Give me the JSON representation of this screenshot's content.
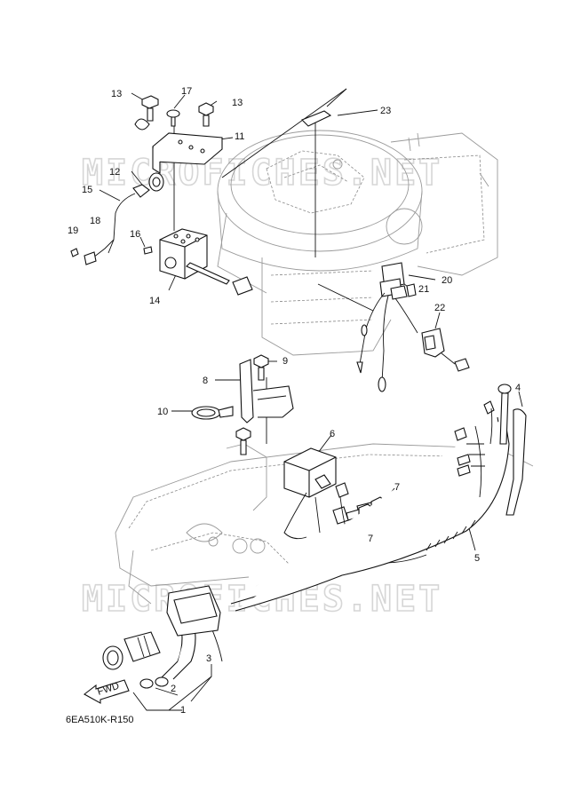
{
  "watermark": "MICROFICHES.NET",
  "diagram_code": "6EA510K-R150",
  "fwd_label": "FWD",
  "callouts": {
    "c1": "1",
    "c2": "2",
    "c3": "3",
    "c4": "4",
    "c5": "5",
    "c6": "6",
    "c7a": "7",
    "c7b": "7",
    "c8": "8",
    "c9": "9",
    "c10": "10",
    "c11": "11",
    "c12": "12",
    "c13a": "13",
    "c13b": "13",
    "c14": "14",
    "c15": "15",
    "c16": "16",
    "c17": "17",
    "c18": "18",
    "c19": "19",
    "c20": "20",
    "c21": "21",
    "c22": "22",
    "c23": "23"
  }
}
